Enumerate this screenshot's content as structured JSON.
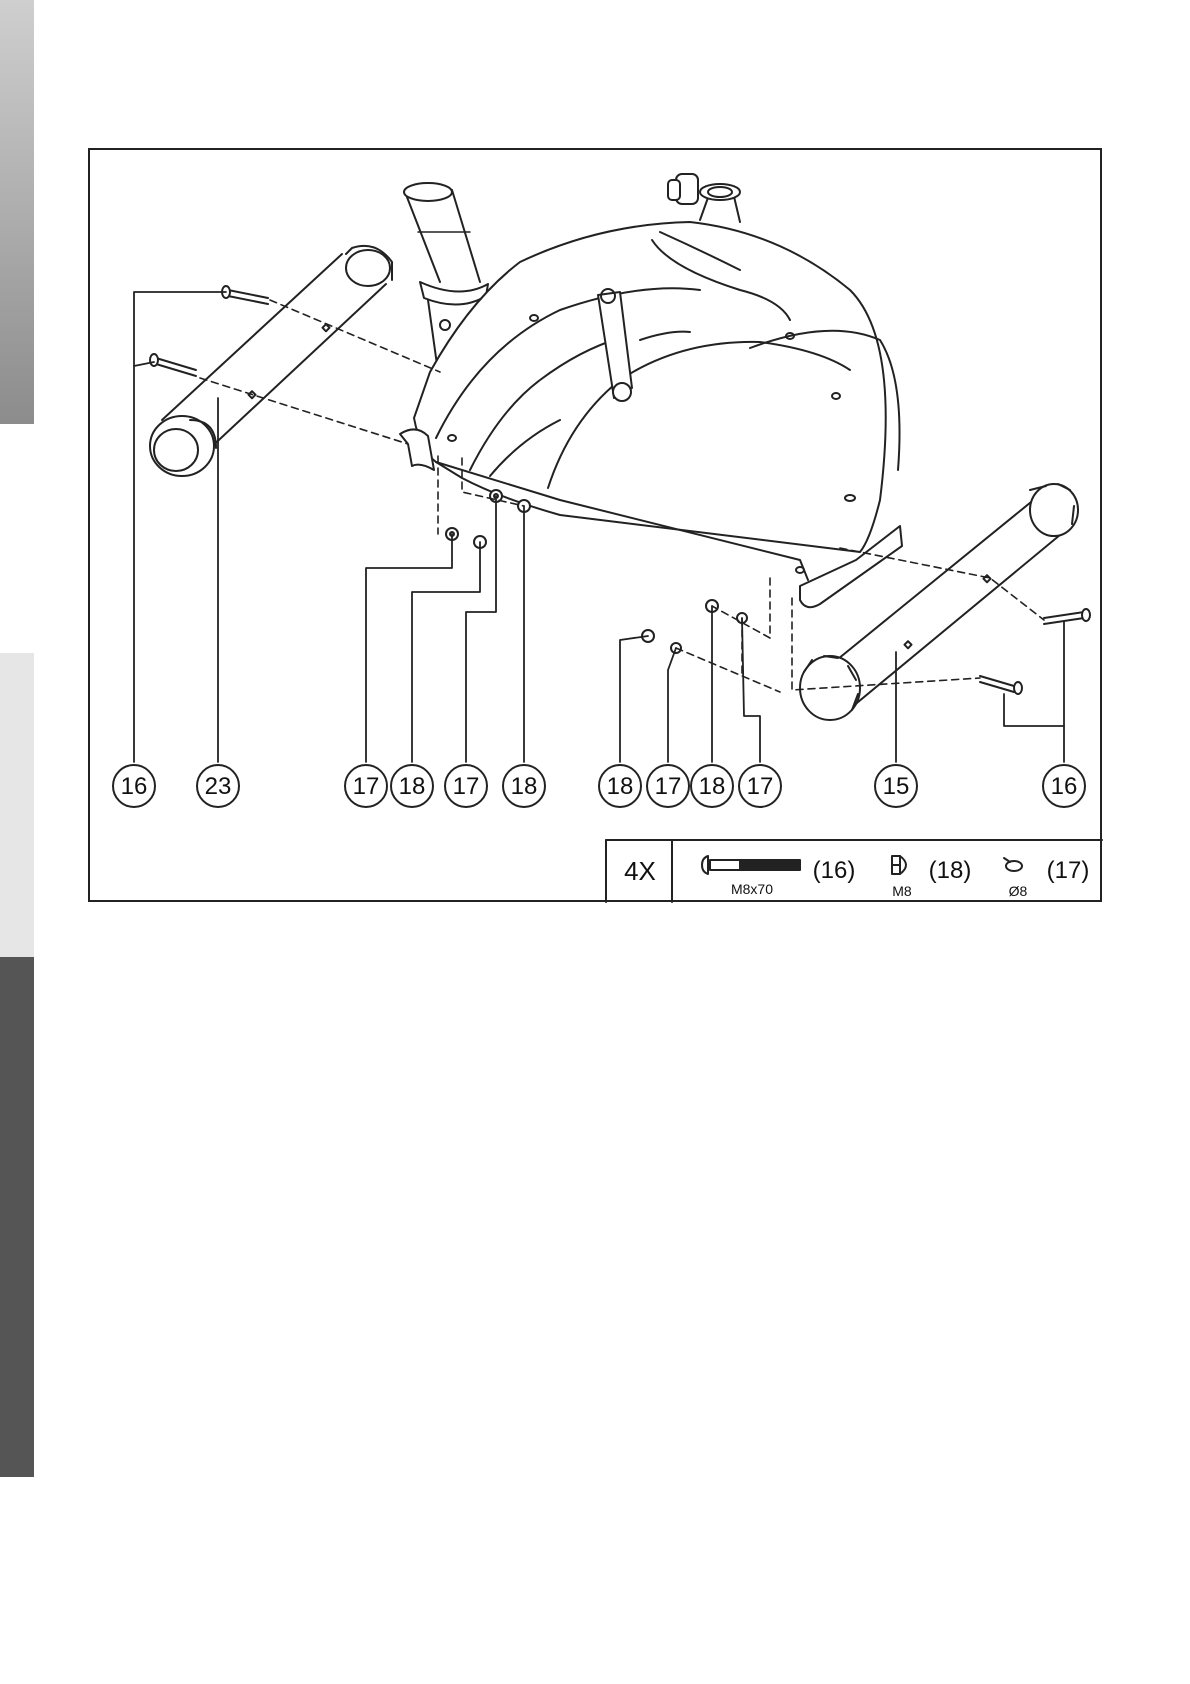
{
  "callouts": [
    {
      "id": "16a",
      "label": "16"
    },
    {
      "id": "23",
      "label": "23"
    },
    {
      "id": "17a",
      "label": "17"
    },
    {
      "id": "18a",
      "label": "18"
    },
    {
      "id": "17b",
      "label": "17"
    },
    {
      "id": "18b",
      "label": "18"
    },
    {
      "id": "18c",
      "label": "18"
    },
    {
      "id": "17c",
      "label": "17"
    },
    {
      "id": "18d",
      "label": "18"
    },
    {
      "id": "17d",
      "label": "17"
    },
    {
      "id": "15",
      "label": "15"
    },
    {
      "id": "16b",
      "label": "16"
    }
  ],
  "hardware": {
    "quantity": "4X",
    "bolt": {
      "spec": "M8x70",
      "ref": "(16)",
      "icon": "carriage-bolt-icon"
    },
    "nut": {
      "spec": "M8",
      "ref": "(18)",
      "icon": "cap-nut-icon"
    },
    "washer": {
      "spec": "Ø8",
      "ref": "(17)",
      "icon": "washer-icon"
    }
  },
  "colors": {
    "line": "#222222",
    "tab_top": "#8c8c8c",
    "tab_mid": "#e6e6e6",
    "tab_bottom": "#555555"
  }
}
